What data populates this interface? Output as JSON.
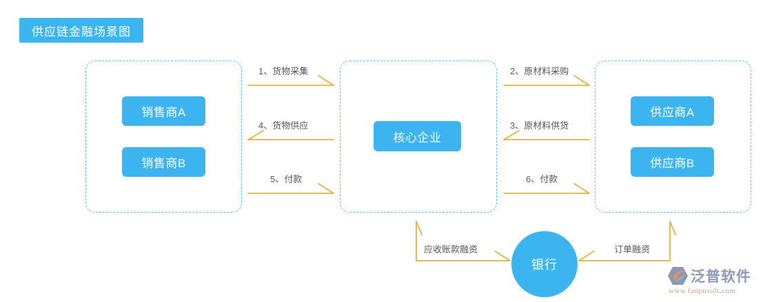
{
  "page": {
    "title": "供应链金融场景图",
    "accent_blue": "#3CB4F0",
    "dash_blue": "#4FC0F2",
    "arrow_gold": "#E3B040",
    "label_gray": "#555555",
    "background": "#ffffff"
  },
  "groups": {
    "sellers": {
      "name": "sellers-group",
      "entities": [
        {
          "label": "销售商A"
        },
        {
          "label": "销售商B"
        }
      ]
    },
    "core": {
      "name": "core-group",
      "entities": [
        {
          "label": "核心企业"
        }
      ]
    },
    "suppliers": {
      "name": "suppliers-group",
      "entities": [
        {
          "label": "供应商A"
        },
        {
          "label": "供应商B"
        }
      ]
    }
  },
  "bank": {
    "label": "银行"
  },
  "flows": [
    {
      "id": 1,
      "label": "1、货物采集",
      "from": "sellers",
      "to": "core",
      "direction": "right"
    },
    {
      "id": 4,
      "label": "4、货物供应",
      "from": "core",
      "to": "sellers",
      "direction": "left"
    },
    {
      "id": 5,
      "label": "5、付款",
      "from": "sellers",
      "to": "core",
      "direction": "right"
    },
    {
      "id": 2,
      "label": "2、原材料采购",
      "from": "core",
      "to": "suppliers",
      "direction": "right"
    },
    {
      "id": 3,
      "label": "3、原材料供货",
      "from": "suppliers",
      "to": "core",
      "direction": "left"
    },
    {
      "id": 6,
      "label": "6、付款",
      "from": "core",
      "to": "suppliers",
      "direction": "right"
    }
  ],
  "financing": [
    {
      "id": "receivable",
      "label": "应收账款融资",
      "from": "core",
      "to": "bank"
    },
    {
      "id": "order",
      "label": "订单融资",
      "from": "suppliers",
      "to": "bank"
    }
  ],
  "watermark": {
    "brand": "泛普软件",
    "url": "www.fanpusoft.com"
  }
}
